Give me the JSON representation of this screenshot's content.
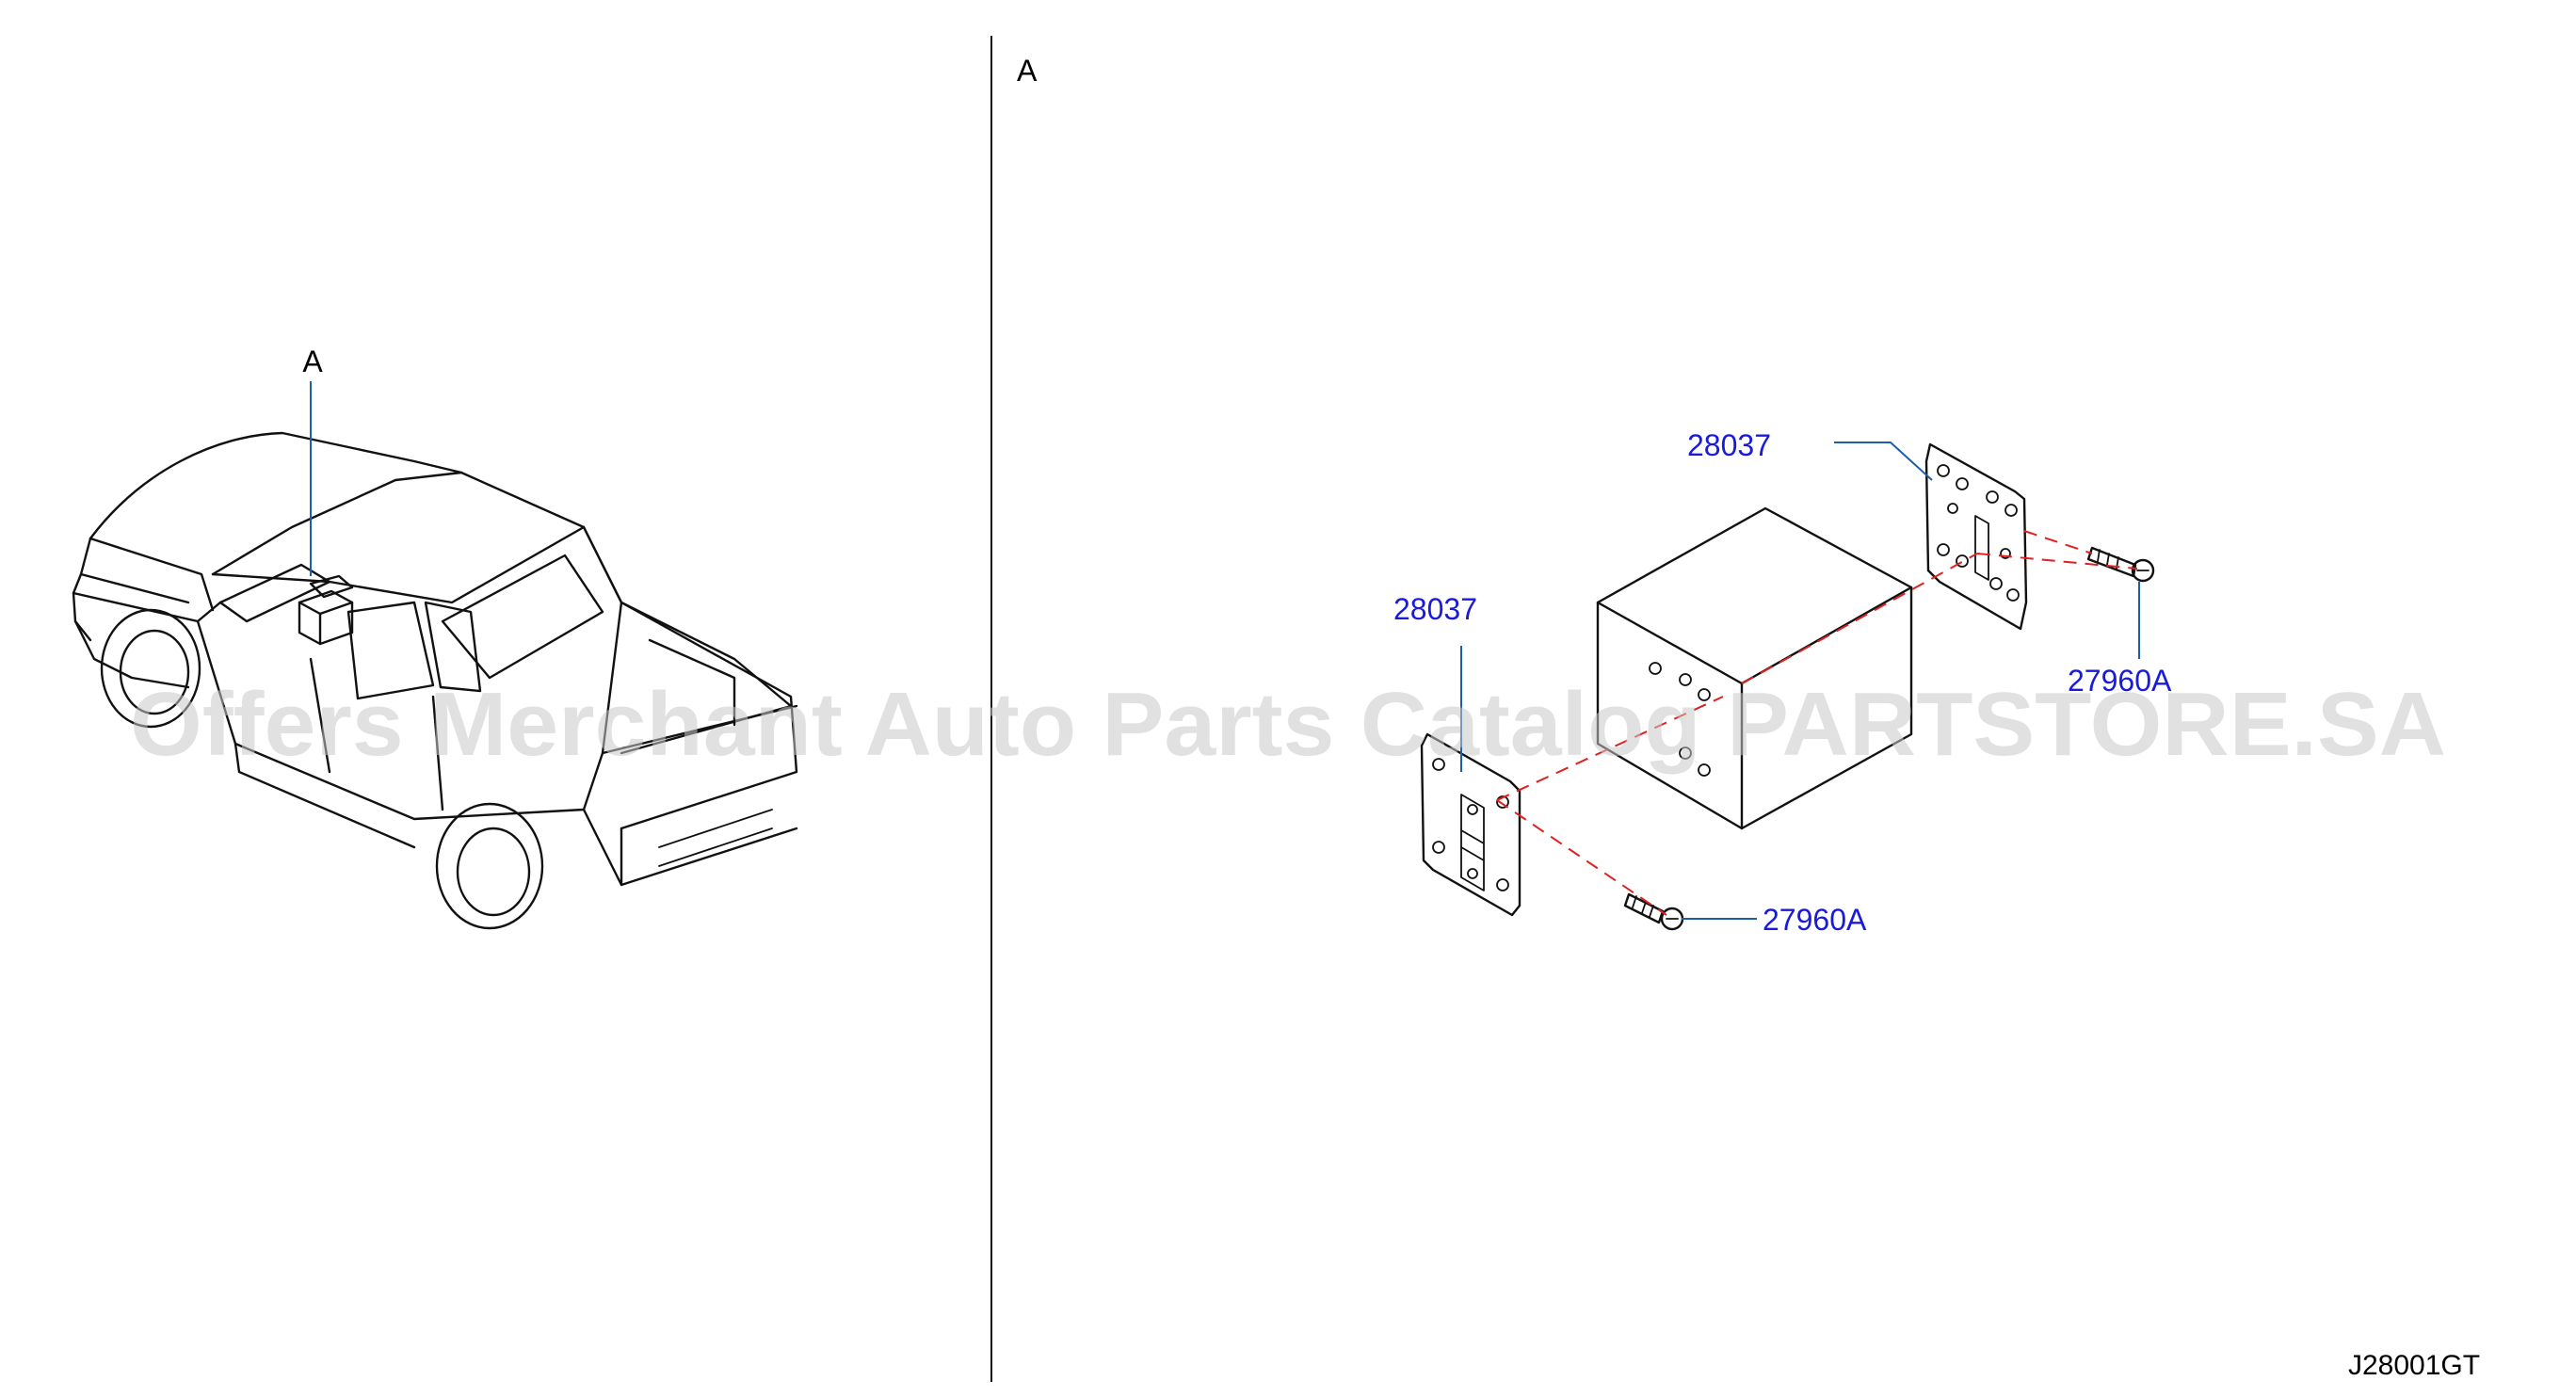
{
  "callouts": {
    "vehicle_a": "A",
    "detail_a": "A"
  },
  "parts": {
    "bracket_upper": "28037",
    "bracket_lower": "28037",
    "screw_right": "27960A",
    "screw_lower": "27960A"
  },
  "diagram_code": "J28001GT",
  "watermark": "Offers Merchant Auto Parts Catalog PARTSTORE.SA",
  "colors": {
    "part_number": "#1a1adb",
    "leader_line": "#1a5fa8",
    "centerline": "#e02020",
    "watermark": "#c8c8c8"
  }
}
